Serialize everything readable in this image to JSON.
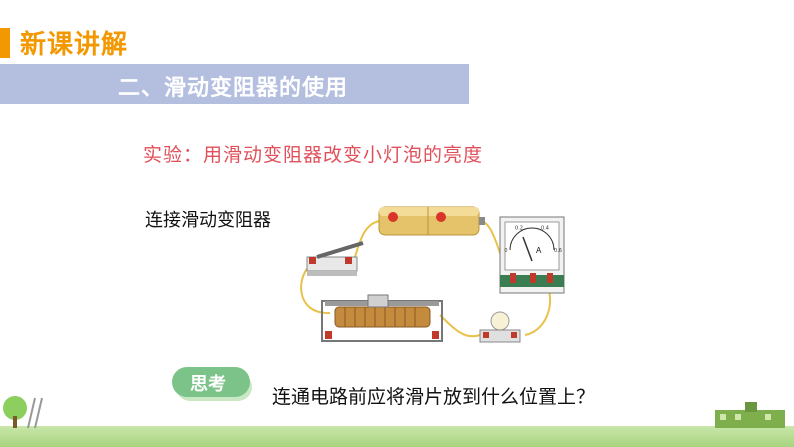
{
  "header": {
    "section_title": "新课讲解"
  },
  "banner": {
    "text": "二、滑动变阻器的使用"
  },
  "experiment": {
    "title": "实验：用滑动变阻器改变小灯泡的亮度"
  },
  "diagram": {
    "connect_label": "连接滑动变阻器",
    "ammeter_label": "A",
    "ammeter_ticks": [
      "0",
      "0.2",
      "0.4",
      "0.6"
    ]
  },
  "think": {
    "badge": "思考",
    "question": "连通电路前应将滑片放到什么位置上？"
  },
  "colors": {
    "accent": "#f39800",
    "banner": "#b4bfdf",
    "experiment": "#e0505a",
    "badge": "#7cc38a"
  }
}
